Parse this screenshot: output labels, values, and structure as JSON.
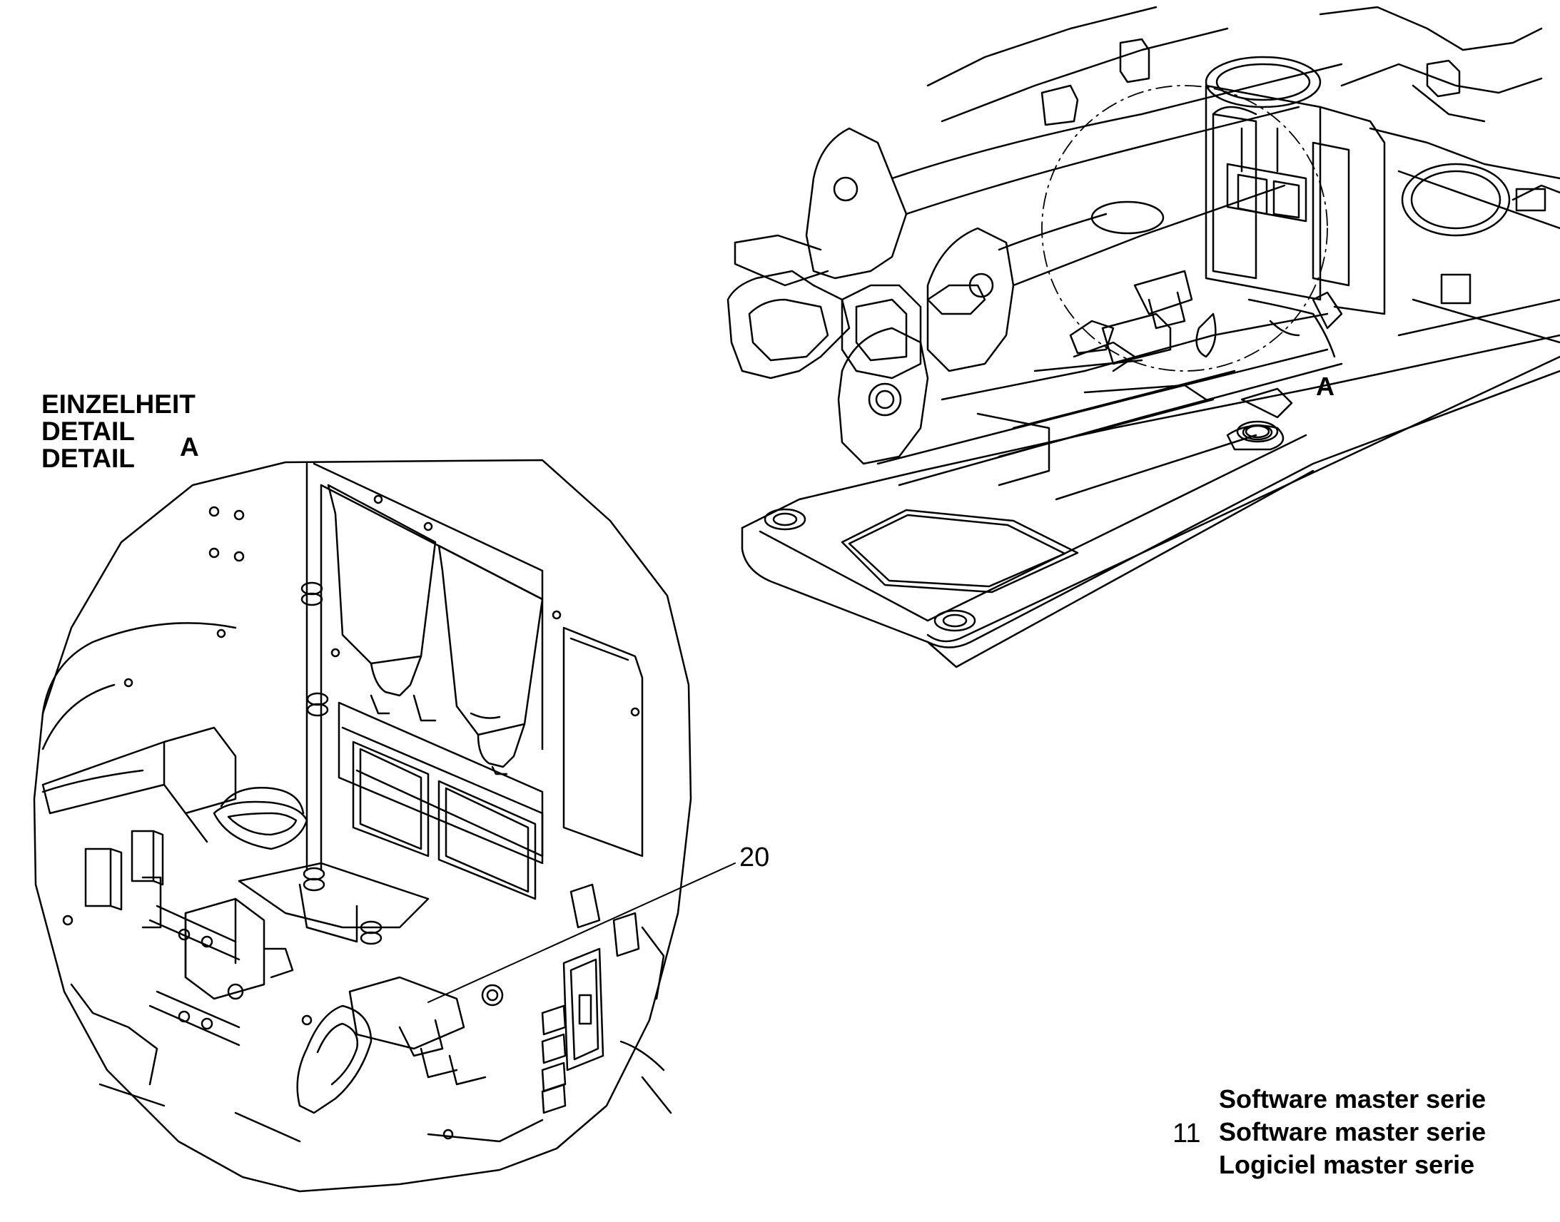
{
  "detail": {
    "title_lines": [
      "EINZELHEIT",
      "DETAIL",
      "DETAIL"
    ],
    "letter": "A"
  },
  "overview": {
    "detail_marker": "A"
  },
  "callouts": {
    "item_20": "20"
  },
  "note": {
    "number": "11",
    "lines": [
      "Software master serie",
      "Software master serie",
      "Logiciel master serie"
    ]
  }
}
